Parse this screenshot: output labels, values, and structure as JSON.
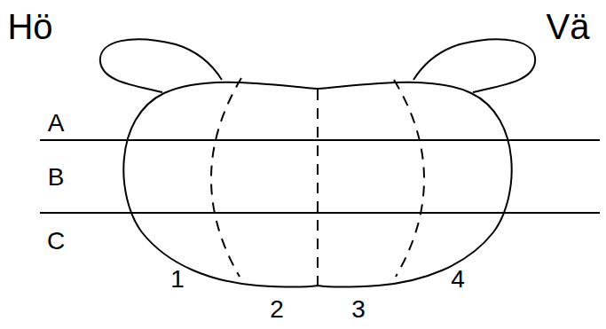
{
  "diagram": {
    "labels": [
      "Hö",
      "Vä",
      "A",
      "B",
      "C",
      "1",
      "2",
      "3",
      "4"
    ]
  }
}
